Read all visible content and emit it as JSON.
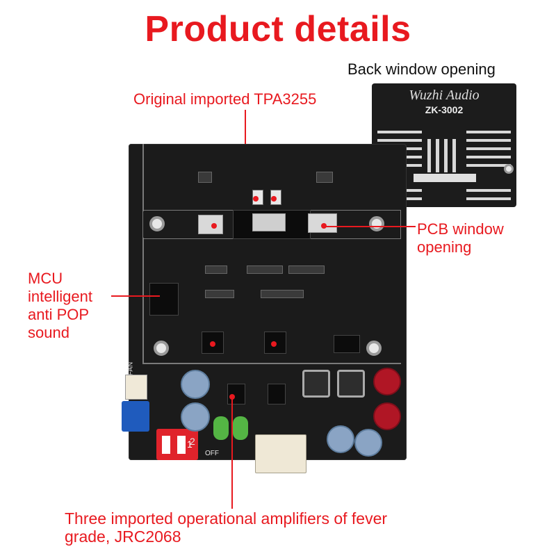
{
  "title": "Product details",
  "labels": {
    "back_window": "Back window opening",
    "tpa": "Original imported TPA3255",
    "pcb_window": "PCB window\nopening",
    "mcu": "MCU\nintelligent\nanti POP\nsound",
    "opamps": "Three imported operational amplifiers of fever\ngrade, JRC2068"
  },
  "board": {
    "brand": "Wuzhi Audio",
    "model": "ZK-3002",
    "fan_label": "FAN",
    "switch_nums": [
      "1",
      "2"
    ],
    "off_label": "OFF"
  },
  "colors": {
    "accent": "#e8191f",
    "pcb": "#1b1b1b"
  }
}
